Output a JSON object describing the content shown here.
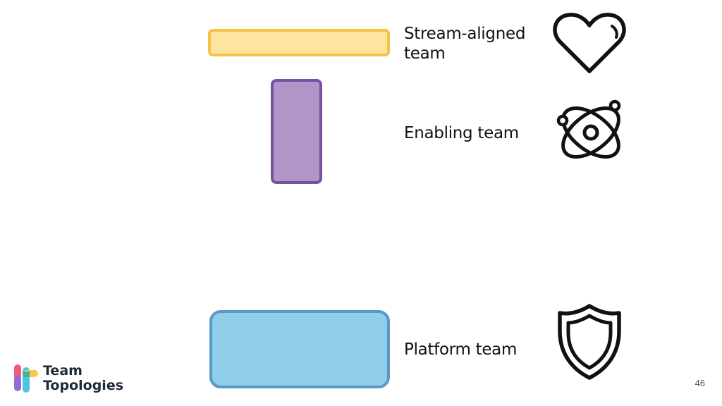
{
  "teams": {
    "stream_aligned": {
      "label": "Stream-aligned team",
      "fill": "#fde49f",
      "stroke": "#f5c244",
      "icon": "heart-icon"
    },
    "enabling": {
      "label": "Enabling team",
      "fill": "#b096c8",
      "stroke": "#7a50a0",
      "icon": "atom-icon"
    },
    "platform": {
      "label": "Platform team",
      "fill": "#90cde9",
      "stroke": "#5b98c6",
      "icon": "shield-icon"
    }
  },
  "logo": {
    "line1": "Team",
    "line2": "Topologies"
  },
  "page_number": "46"
}
